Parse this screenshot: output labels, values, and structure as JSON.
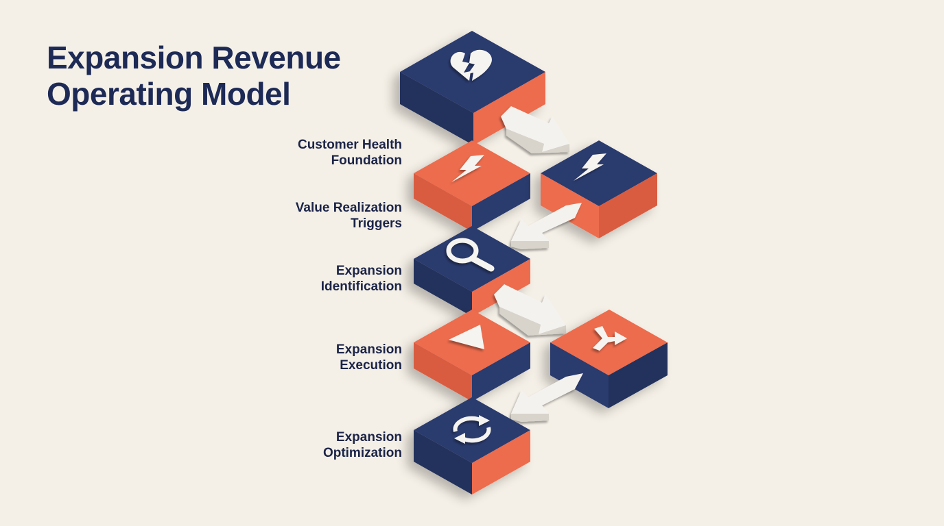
{
  "title": {
    "line1": "Expansion Revenue",
    "line2": "Operating Model"
  },
  "colors": {
    "background": "#f5f0e7",
    "navy": "#2c3b6e",
    "navy_dark": "#24315c",
    "coral": "#ec6c4e",
    "coral_dark": "#d95c40",
    "arrow": "#f4f2ee",
    "text": "#1b2448"
  },
  "steps": [
    {
      "line1": "Customer Health",
      "line2": "Foundation",
      "icon": "broken-heart-icon"
    },
    {
      "line1": "Value Realization",
      "line2": "Triggers",
      "icon": "lightning-bolt-icon"
    },
    {
      "line1": "Expansion",
      "line2": "Identification",
      "icon": "magnifier-icon"
    },
    {
      "line1": "Expansion",
      "line2": "Execution",
      "icon": "play-triangle-icon"
    },
    {
      "line1": "Expansion",
      "line2": "Optimization",
      "icon": "refresh-cycle-icon"
    }
  ],
  "side_blocks": [
    {
      "icon": "lightning-bolt-icon"
    },
    {
      "icon": "merge-split-arrow-icon"
    }
  ]
}
